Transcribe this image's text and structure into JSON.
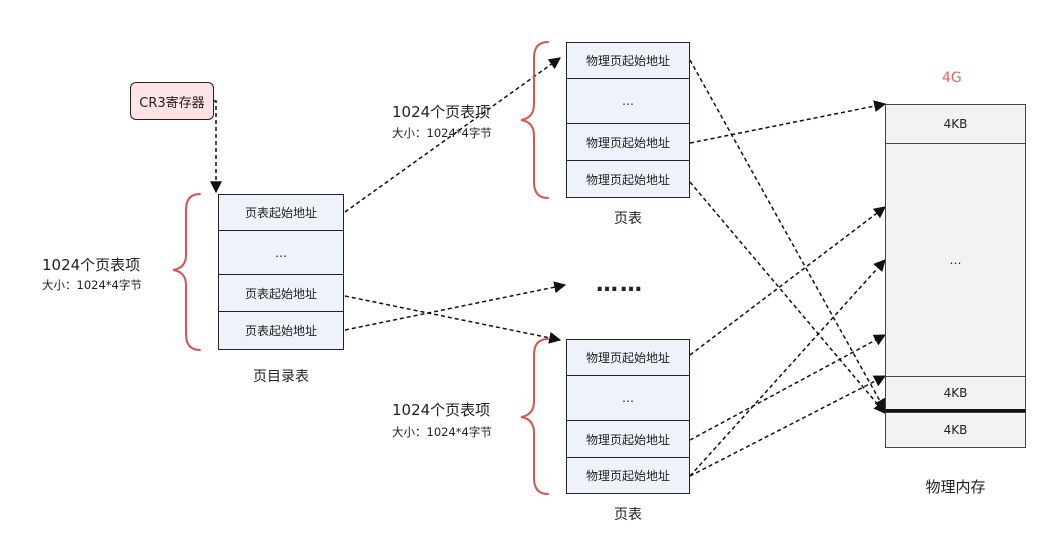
{
  "register": {
    "label": "CR3寄存器"
  },
  "page_directory": {
    "caption": "页目录表",
    "count_title": "1024个页表项",
    "count_size": "大小：1024*4字节",
    "entries": [
      "页表起始地址",
      "…",
      "页表起始地址",
      "页表起始地址"
    ]
  },
  "page_table_top": {
    "caption": "页表",
    "count_title": "1024个页表项",
    "count_size": "大小：1024*4字节",
    "entries": [
      "物理页起始地址",
      "…",
      "物理页起始地址",
      "物理页起始地址"
    ]
  },
  "page_table_bottom": {
    "caption": "页表",
    "count_title": "1024个页表项",
    "count_size": "大小：1024*4字节",
    "entries": [
      "物理页起始地址",
      "…",
      "物理页起始地址",
      "物理页起始地址"
    ]
  },
  "middle_ellipsis": "……",
  "physical_memory": {
    "caption": "物理内存",
    "top_label": "4G",
    "blocks": [
      "4KB",
      "…",
      "4KB",
      "4KB"
    ]
  },
  "colors": {
    "brace": "#d9534f",
    "register_fill": "#fde3e3",
    "cell_fill": "#eef2fb",
    "memory_fill": "#f2f2f2"
  }
}
